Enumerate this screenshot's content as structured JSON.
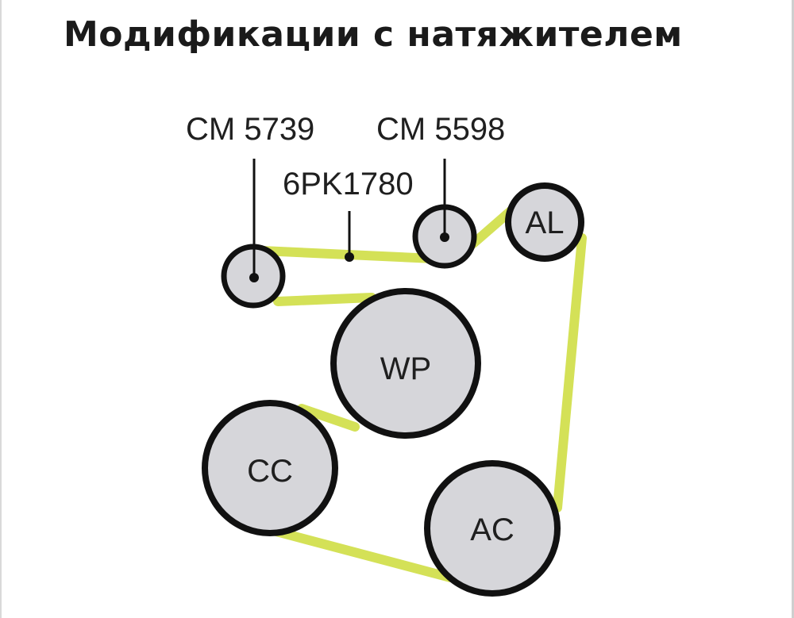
{
  "title": "Модификации с натяжителем",
  "labels": {
    "tensioner_left": "CM 5739",
    "tensioner_right": "CM 5598",
    "belt": "6PK1780"
  },
  "pulleys": {
    "al": "AL",
    "wp": "WP",
    "cc": "CC",
    "ac": "AC"
  },
  "colors": {
    "belt": "#d4e157",
    "pulley_fill": "#d6d6da",
    "pulley_stroke": "#111111"
  }
}
